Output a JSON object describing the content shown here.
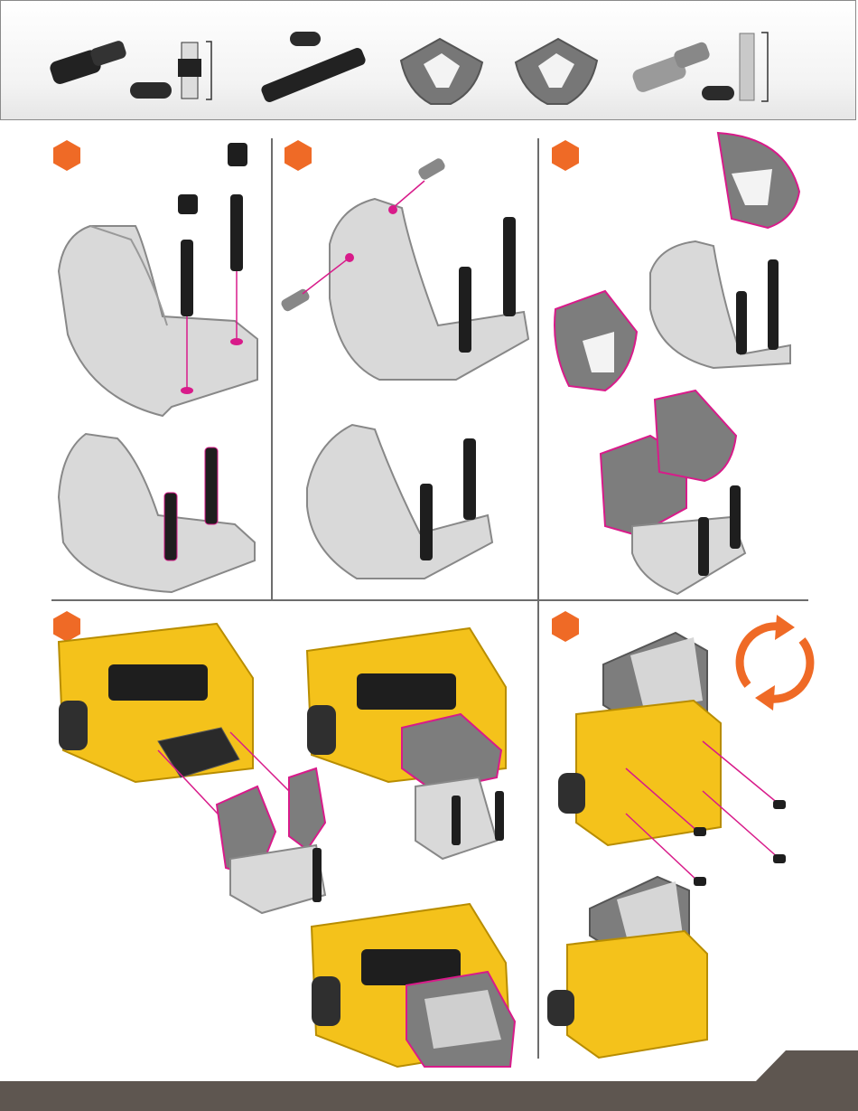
{
  "page": {
    "domain": "assembly-instructions",
    "accent_color": "#ef6a26",
    "highlight_color": "#d81b8a",
    "frame_color": "#f4c21b",
    "footer_color": "#5e5650"
  },
  "parts_bar": {
    "items": [
      {
        "icon": "black-short-axle-icon",
        "count": ""
      },
      {
        "icon": "black-long-axle-icon",
        "count": ""
      },
      {
        "icon": "gray-triangle-panel-icon",
        "count": ""
      },
      {
        "icon": "gray-triangle-panel-mirrored-icon",
        "count": ""
      },
      {
        "icon": "gray-short-axle-icon",
        "count": ""
      }
    ]
  },
  "steps": [
    {
      "panel": "top-left",
      "icon": "orange-hexagon-step-icon"
    },
    {
      "panel": "top-middle",
      "icon": "orange-hexagon-step-icon"
    },
    {
      "panel": "top-right",
      "icon": "orange-hexagon-step-icon"
    },
    {
      "panel": "bottom-left",
      "icon": "orange-hexagon-step-icon"
    },
    {
      "panel": "bottom-right",
      "icon": "orange-hexagon-step-icon"
    }
  ],
  "rotate_icon": "rotate-model-icon"
}
